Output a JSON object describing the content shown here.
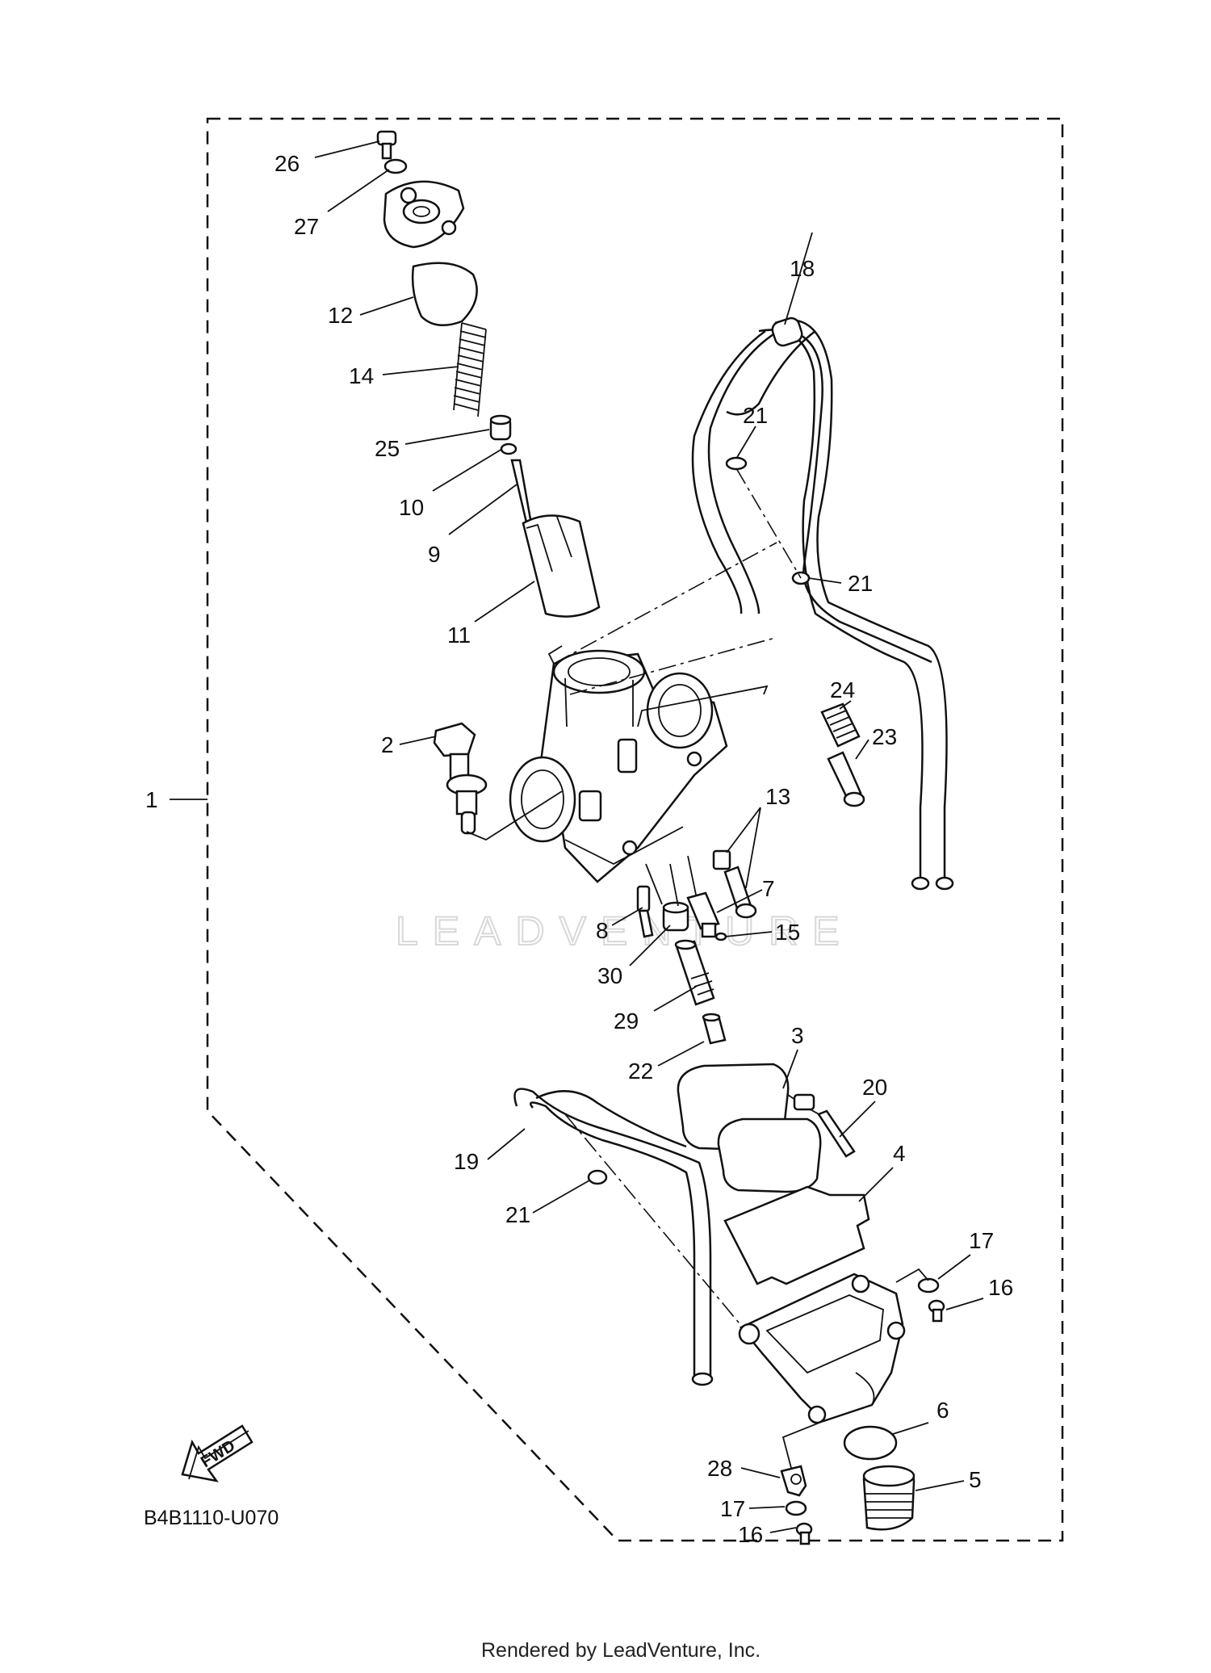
{
  "diagram": {
    "part_code": "B4B1110-U070",
    "credit": "Rendered by LeadVenture, Inc.",
    "watermark": "LEADVENTURE",
    "fwd_label": "FWD",
    "callouts": {
      "c1": "1",
      "c2": "2",
      "c3": "3",
      "c4": "4",
      "c5": "5",
      "c6": "6",
      "c7": "7",
      "c8": "8",
      "c9": "9",
      "c10": "10",
      "c11": "11",
      "c12": "12",
      "c13": "13",
      "c14": "14",
      "c15": "15",
      "c16a": "16",
      "c16b": "16",
      "c17a": "17",
      "c17b": "17",
      "c18": "18",
      "c19": "19",
      "c20": "20",
      "c21a": "21",
      "c21b": "21",
      "c21c": "21",
      "c22": "22",
      "c23": "23",
      "c24": "24",
      "c25": "25",
      "c26": "26",
      "c27": "27",
      "c28": "28",
      "c29": "29",
      "c30": "30"
    }
  }
}
